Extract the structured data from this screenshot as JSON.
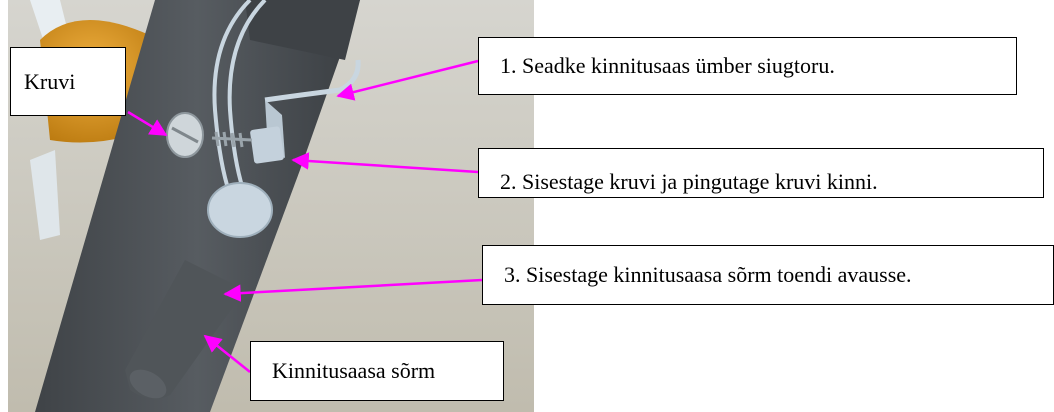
{
  "figure": {
    "labels": {
      "screw": "Kruvi",
      "step1": "1. Seadke kinnitusaas ümber siugtoru.",
      "step2": "2. Sisestage kruvi ja pingutage kruvi kinni.",
      "step3": "3. Sisestage kinnitusaasa sõrm toendi avausse.",
      "finger": "Kinnitusaasa sõrm"
    },
    "colors": {
      "arrow": "#ff00ff",
      "tube": "#4b5055",
      "background": "#c9c6ba",
      "bracket": "#c9d6e0",
      "accent_orange": "#d9961c"
    }
  }
}
